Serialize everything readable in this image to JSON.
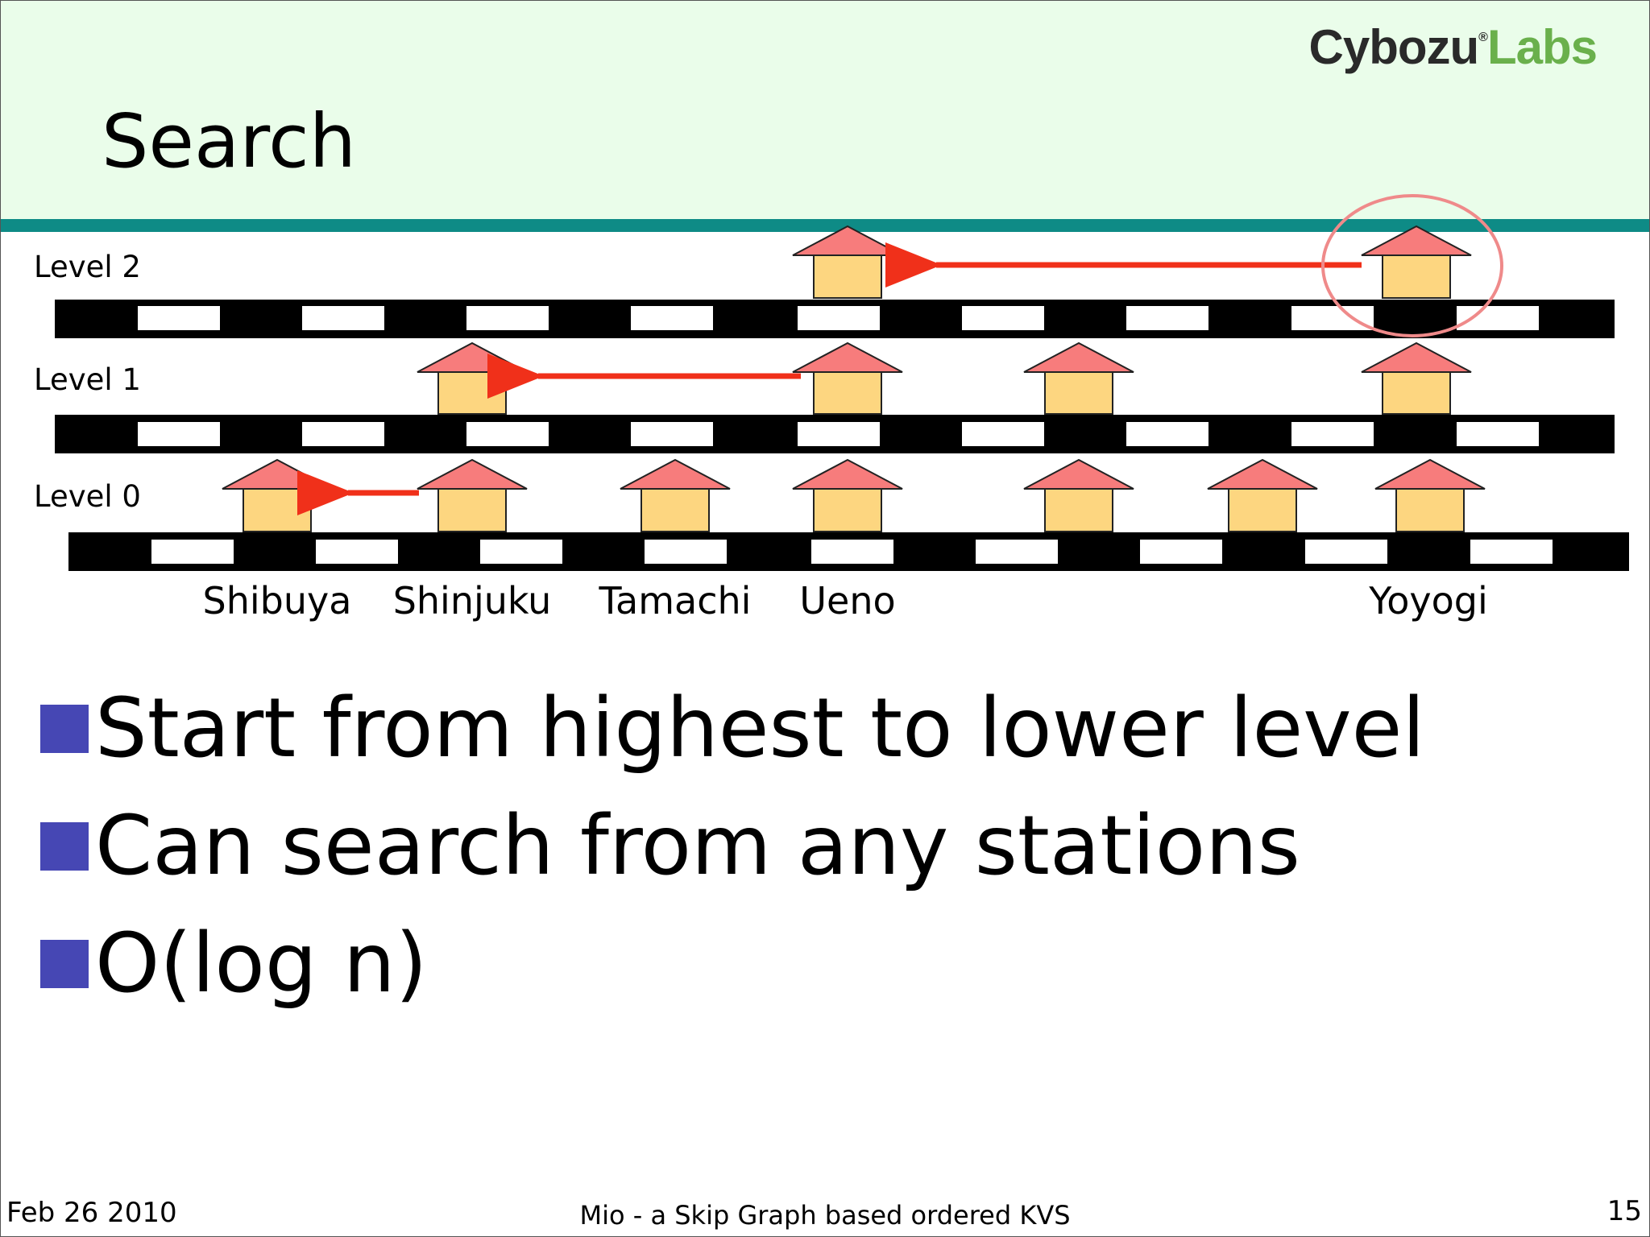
{
  "slide": {
    "title": "Search",
    "logo": {
      "part1": "Cybozu",
      "reg": "®",
      "part2": "Labs"
    },
    "bullets": [
      "Start from highest to lower level",
      "Can search from any stations",
      "O(log n)"
    ],
    "footer": {
      "date": "Feb 26 2010",
      "title": "Mio - a Skip Graph based ordered KVS",
      "page": "15"
    }
  },
  "diagram": {
    "levels": [
      "Level 2",
      "Level 1",
      "Level 0"
    ],
    "station_labels": [
      "Shibuya",
      "Shinjuku",
      "Tamachi",
      "Ueno",
      "Yoyogi"
    ],
    "colors": {
      "roof": "#f77c7c",
      "house": "#fdd680",
      "track": "#000000",
      "arrow": "#f0301a",
      "highlight": "#ef8a8a",
      "bullet": "#4647b4",
      "header": "#eafdea",
      "rule": "#0e8b86"
    }
  }
}
